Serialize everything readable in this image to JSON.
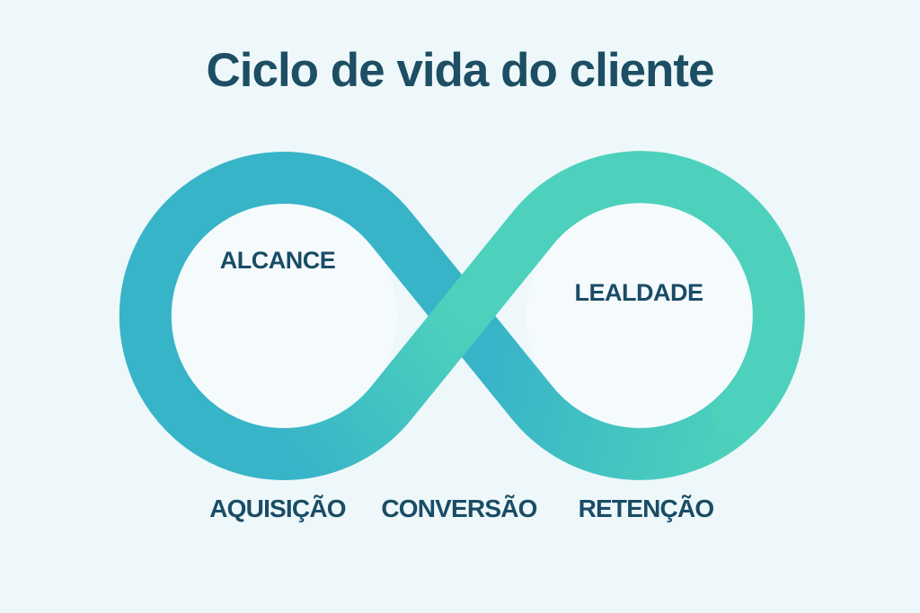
{
  "title": "Ciclo de vida do cliente",
  "diagram": {
    "type": "infinity-loop",
    "loop_labels": [
      {
        "id": "alcance",
        "label": "ALCANCE",
        "position": "inside-left-loop"
      },
      {
        "id": "lealdade",
        "label": "LEALDADE",
        "position": "inside-right-loop"
      }
    ],
    "stage_labels": [
      {
        "id": "aquisicao",
        "label": "AQUISIÇÃO"
      },
      {
        "id": "conversao",
        "label": "CONVERSÃO"
      },
      {
        "id": "retencao",
        "label": "RETENÇÃO"
      }
    ],
    "colors": {
      "background": "#eef8fa",
      "text": "#1a4c66",
      "title_text": "#1d4e63",
      "ribbon_cyan": "#38b4c8",
      "ribbon_mint": "#4dd1bc",
      "loop_inner": "#f5fbfd"
    }
  }
}
